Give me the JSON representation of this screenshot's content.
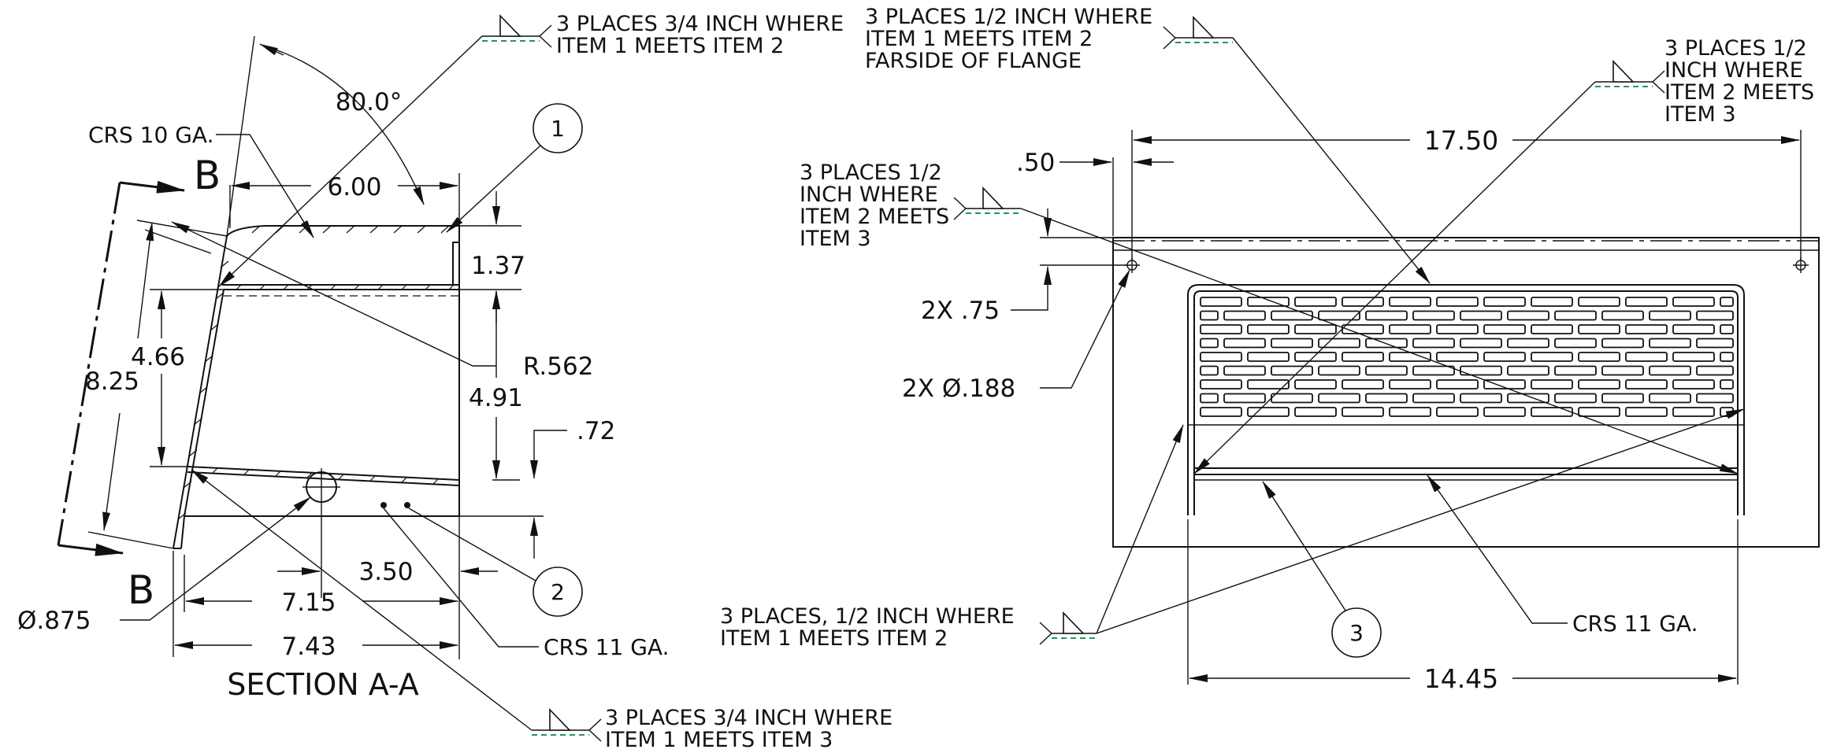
{
  "section_view": {
    "title": "SECTION A-A",
    "cut_marker": "B",
    "angle": "80.0°",
    "material_callouts": [
      "CRS 10 GA.",
      "CRS 11 GA."
    ],
    "dimensions": {
      "top_width": "6.00",
      "top_height": "1.37",
      "radius": "R.562",
      "inner_height": "4.66",
      "overall_height": "8.25",
      "front_height": "4.91",
      "lip": ".72",
      "hole_offset": "3.50",
      "inner_width": "7.15",
      "outer_width": "7.43",
      "hole_dia": "Ø.875"
    },
    "balloons": [
      "1",
      "2"
    ],
    "weld_notes": {
      "top": [
        "3 PLACES 3/4 INCH WHERE",
        "ITEM 1 MEETS ITEM 2"
      ],
      "bottom": [
        "3 PLACES 3/4 INCH WHERE",
        "ITEM 1 MEETS ITEM 3"
      ]
    }
  },
  "front_view": {
    "dimensions": {
      "overall_width": "17.50",
      "edge_offset": ".50",
      "hole_vertical": "2X .75",
      "hole_dia": "2X Ø.188",
      "inner_width": "14.45"
    },
    "material_callout": "CRS 11 GA.",
    "balloon": "3",
    "weld_notes": {
      "top_center": [
        "3 PLACES 1/2 INCH WHERE",
        "ITEM 1 MEETS ITEM 2",
        "FARSIDE OF FLANGE"
      ],
      "top_right": [
        "3 PLACES 1/2",
        "INCH WHERE",
        "ITEM 2 MEETS",
        "ITEM 3"
      ],
      "left": [
        "3 PLACES 1/2",
        "INCH WHERE",
        "ITEM 2 MEETS",
        "ITEM 3"
      ],
      "bottom_left": [
        "3 PLACES, 1/2  INCH WHERE",
        "ITEM 1 MEETS ITEM 2"
      ]
    }
  }
}
